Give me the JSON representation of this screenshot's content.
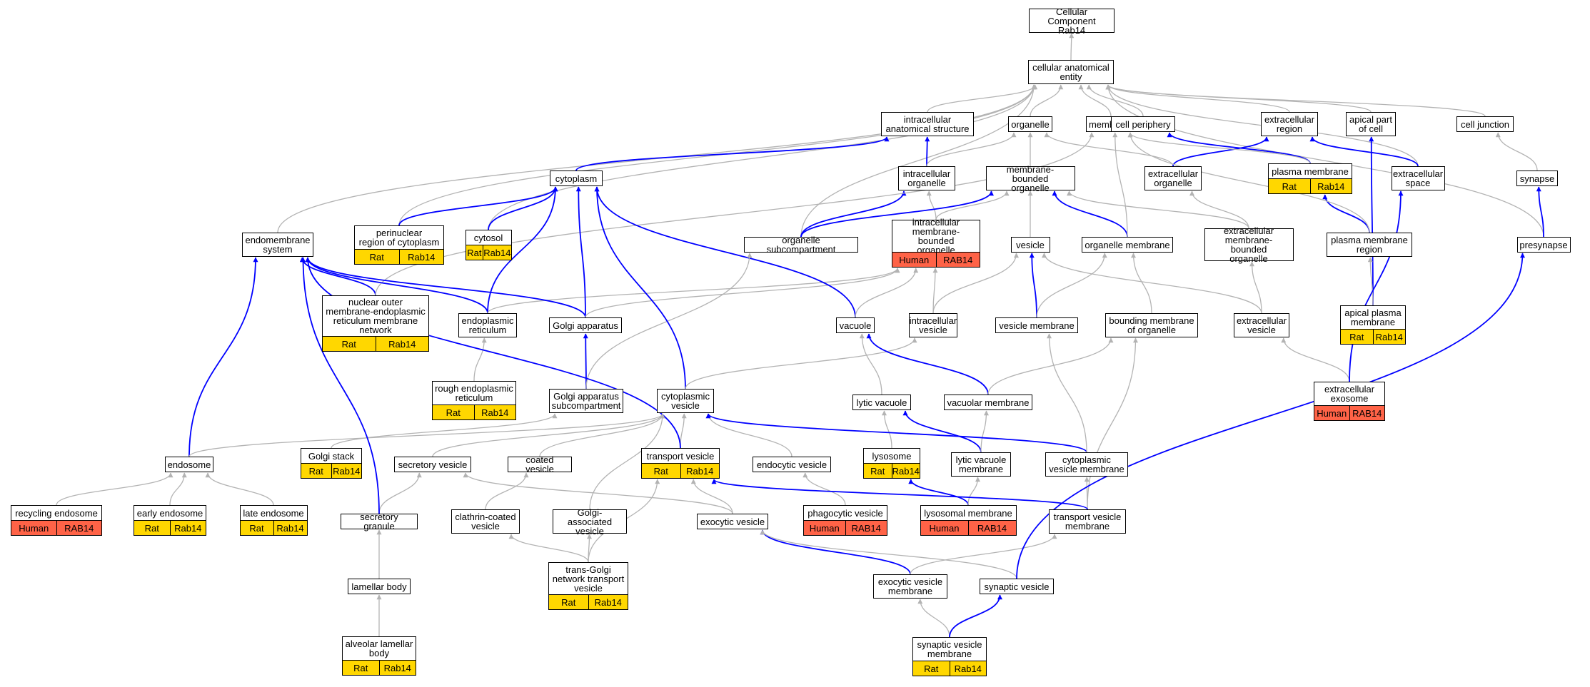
{
  "colors": {
    "gray_edge": "#b3b3b3",
    "blue_edge": "#0000ff",
    "rat": "#ffd700",
    "human": "#ff6347"
  },
  "nodes": [
    {
      "id": "root",
      "label": "Cellular Component\nRab14"
    },
    {
      "id": "cae",
      "label": "cellular anatomical\nentity"
    },
    {
      "id": "ias",
      "label": "intracellular\nanatomical structure"
    },
    {
      "id": "organelle",
      "label": "organelle"
    },
    {
      "id": "membrane",
      "label": "membrane"
    },
    {
      "id": "cellper",
      "label": "cell periphery"
    },
    {
      "id": "extreg",
      "label": "extracellular\nregion"
    },
    {
      "id": "apicalcell",
      "label": "apical part\nof cell"
    },
    {
      "id": "celljunc",
      "label": "cell junction"
    },
    {
      "id": "cytoplasm",
      "label": "cytoplasm"
    },
    {
      "id": "intorg",
      "label": "intracellular\norganelle"
    },
    {
      "id": "mbo",
      "label": "membrane-bounded\norganelle"
    },
    {
      "id": "extorg",
      "label": "extracellular\norganelle"
    },
    {
      "id": "pm",
      "label": "plasma membrane",
      "tags": [
        {
          "text": "Rat",
          "species": "rat"
        },
        {
          "text": "Rab14",
          "species": "rat"
        }
      ]
    },
    {
      "id": "extspace",
      "label": "extracellular\nspace"
    },
    {
      "id": "synapse",
      "label": "synapse"
    },
    {
      "id": "endomem",
      "label": "endomembrane\nsystem"
    },
    {
      "id": "perinuc",
      "label": "perinuclear\nregion of cytoplasm",
      "tags": [
        {
          "text": "Rat",
          "species": "rat"
        },
        {
          "text": "Rab14",
          "species": "rat"
        }
      ]
    },
    {
      "id": "cytosol",
      "label": "cytosol",
      "tags": [
        {
          "text": "Rat",
          "species": "rat"
        },
        {
          "text": "Rab14",
          "species": "rat"
        }
      ]
    },
    {
      "id": "orgsub",
      "label": "organelle subcompartment"
    },
    {
      "id": "imbo",
      "label": "intracellular\nmembrane-bounded\norganelle",
      "tags": [
        {
          "text": "Human",
          "species": "human"
        },
        {
          "text": "RAB14",
          "species": "human"
        }
      ]
    },
    {
      "id": "vesicle",
      "label": "vesicle"
    },
    {
      "id": "orgmem",
      "label": "organelle membrane"
    },
    {
      "id": "embo",
      "label": "extracellular\nmembrane-bounded\norganelle"
    },
    {
      "id": "pmregion",
      "label": "plasma membrane\nregion"
    },
    {
      "id": "presyn",
      "label": "presynapse"
    },
    {
      "id": "nucouter",
      "label": "nuclear outer\nmembrane-endoplasmic\nreticulum membrane\nnetwork",
      "tags": [
        {
          "text": "Rat",
          "species": "rat"
        },
        {
          "text": "Rab14",
          "species": "rat"
        }
      ]
    },
    {
      "id": "er",
      "label": "endoplasmic\nreticulum"
    },
    {
      "id": "golgi",
      "label": "Golgi apparatus"
    },
    {
      "id": "vacuole",
      "label": "vacuole"
    },
    {
      "id": "icvesicle",
      "label": "intracellular\nvesicle"
    },
    {
      "id": "vesmem",
      "label": "vesicle membrane"
    },
    {
      "id": "boundmem",
      "label": "bounding membrane\nof organelle"
    },
    {
      "id": "ecvesicle",
      "label": "extracellular\nvesicle"
    },
    {
      "id": "apicalpm",
      "label": "apical plasma\nmembrane",
      "tags": [
        {
          "text": "Rat",
          "species": "rat"
        },
        {
          "text": "Rab14",
          "species": "rat"
        }
      ]
    },
    {
      "id": "rer",
      "label": "rough endoplasmic\nreticulum",
      "tags": [
        {
          "text": "Rat",
          "species": "rat"
        },
        {
          "text": "Rab14",
          "species": "rat"
        }
      ]
    },
    {
      "id": "golgisub",
      "label": "Golgi apparatus\nsubcompartment"
    },
    {
      "id": "cytves",
      "label": "cytoplasmic\nvesicle"
    },
    {
      "id": "lyticvac",
      "label": "lytic vacuole"
    },
    {
      "id": "vacmem",
      "label": "vacuolar membrane"
    },
    {
      "id": "exosome",
      "label": "extracellular\nexosome",
      "tags": [
        {
          "text": "Human",
          "species": "human"
        },
        {
          "text": "RAB14",
          "species": "human"
        }
      ]
    },
    {
      "id": "endosome",
      "label": "endosome"
    },
    {
      "id": "golgistack",
      "label": "Golgi stack",
      "tags": [
        {
          "text": "Rat",
          "species": "rat"
        },
        {
          "text": "Rab14",
          "species": "rat"
        }
      ]
    },
    {
      "id": "secves",
      "label": "secretory vesicle"
    },
    {
      "id": "coatedves",
      "label": "coated vesicle"
    },
    {
      "id": "transves",
      "label": "transport vesicle",
      "tags": [
        {
          "text": "Rat",
          "species": "rat"
        },
        {
          "text": "Rab14",
          "species": "rat"
        }
      ]
    },
    {
      "id": "endocves",
      "label": "endocytic vesicle"
    },
    {
      "id": "lysosome",
      "label": "lysosome",
      "tags": [
        {
          "text": "Rat",
          "species": "rat"
        },
        {
          "text": "Rab14",
          "species": "rat"
        }
      ]
    },
    {
      "id": "lyticvacmem",
      "label": "lytic vacuole\nmembrane"
    },
    {
      "id": "cytvesmem",
      "label": "cytoplasmic\nvesicle membrane"
    },
    {
      "id": "recendo",
      "label": "recycling endosome",
      "tags": [
        {
          "text": "Human",
          "species": "human"
        },
        {
          "text": "RAB14",
          "species": "human"
        }
      ]
    },
    {
      "id": "earlyendo",
      "label": "early endosome",
      "tags": [
        {
          "text": "Rat",
          "species": "rat"
        },
        {
          "text": "Rab14",
          "species": "rat"
        }
      ]
    },
    {
      "id": "lateendo",
      "label": "late endosome",
      "tags": [
        {
          "text": "Rat",
          "species": "rat"
        },
        {
          "text": "Rab14",
          "species": "rat"
        }
      ]
    },
    {
      "id": "secgran",
      "label": "secretory granule"
    },
    {
      "id": "clathrin",
      "label": "clathrin-coated\nvesicle"
    },
    {
      "id": "golgiassoc",
      "label": "Golgi-associated\nvesicle"
    },
    {
      "id": "exocves",
      "label": "exocytic vesicle"
    },
    {
      "id": "phagoves",
      "label": "phagocytic vesicle",
      "tags": [
        {
          "text": "Human",
          "species": "human"
        },
        {
          "text": "RAB14",
          "species": "human"
        }
      ]
    },
    {
      "id": "lysomem",
      "label": "lysosomal membrane",
      "tags": [
        {
          "text": "Human",
          "species": "human"
        },
        {
          "text": "RAB14",
          "species": "human"
        }
      ]
    },
    {
      "id": "transvesmem",
      "label": "transport vesicle\nmembrane"
    },
    {
      "id": "lamellar",
      "label": "lamellar body"
    },
    {
      "id": "tgn",
      "label": "trans-Golgi\nnetwork transport\nvesicle",
      "tags": [
        {
          "text": "Rat",
          "species": "rat"
        },
        {
          "text": "Rab14",
          "species": "rat"
        }
      ]
    },
    {
      "id": "exocvesmem",
      "label": "exocytic vesicle\nmembrane"
    },
    {
      "id": "synves",
      "label": "synaptic vesicle"
    },
    {
      "id": "alveolar",
      "label": "alveolar lamellar\nbody",
      "tags": [
        {
          "text": "Rat",
          "species": "rat"
        },
        {
          "text": "Rab14",
          "species": "rat"
        }
      ]
    },
    {
      "id": "synvesmem",
      "label": "synaptic vesicle\nmembrane",
      "tags": [
        {
          "text": "Rat",
          "species": "rat"
        },
        {
          "text": "Rab14",
          "species": "rat"
        }
      ]
    }
  ],
  "edges": [
    [
      "cae",
      "root",
      "g"
    ],
    [
      "ias",
      "cae",
      "g"
    ],
    [
      "organelle",
      "cae",
      "g"
    ],
    [
      "membrane",
      "cae",
      "g"
    ],
    [
      "cellper",
      "cae",
      "g"
    ],
    [
      "extreg",
      "cae",
      "g"
    ],
    [
      "apicalcell",
      "cae",
      "g"
    ],
    [
      "celljunc",
      "cae",
      "g"
    ],
    [
      "endomem",
      "cae",
      "g"
    ],
    [
      "perinuc",
      "cae",
      "g"
    ],
    [
      "cytosol",
      "cae",
      "g"
    ],
    [
      "orgsub",
      "cae",
      "g"
    ],
    [
      "extspace",
      "cae",
      "g"
    ],
    [
      "presyn",
      "cae",
      "g"
    ],
    [
      "cytoplasm",
      "ias",
      "b"
    ],
    [
      "intorg",
      "ias",
      "b"
    ],
    [
      "intorg",
      "organelle",
      "g"
    ],
    [
      "mbo",
      "organelle",
      "g"
    ],
    [
      "extorg",
      "organelle",
      "g"
    ],
    [
      "extorg",
      "extreg",
      "b"
    ],
    [
      "pm",
      "cellper",
      "b"
    ],
    [
      "pm",
      "membrane",
      "g"
    ],
    [
      "extspace",
      "extreg",
      "b"
    ],
    [
      "synapse",
      "celljunc",
      "g"
    ],
    [
      "presyn",
      "synapse",
      "b"
    ],
    [
      "perinuc",
      "cytoplasm",
      "b"
    ],
    [
      "cytosol",
      "cytoplasm",
      "b"
    ],
    [
      "imbo",
      "intorg",
      "g"
    ],
    [
      "imbo",
      "mbo",
      "g"
    ],
    [
      "orgsub",
      "intorg",
      "b"
    ],
    [
      "orgsub",
      "mbo",
      "b"
    ],
    [
      "vesicle",
      "mbo",
      "g"
    ],
    [
      "orgmem",
      "mbo",
      "b"
    ],
    [
      "orgmem",
      "membrane",
      "g"
    ],
    [
      "embo",
      "extorg",
      "g"
    ],
    [
      "embo",
      "mbo",
      "g"
    ],
    [
      "pmregion",
      "pm",
      "b"
    ],
    [
      "pmregion",
      "membrane",
      "g"
    ],
    [
      "nucouter",
      "endomem",
      "b"
    ],
    [
      "nucouter",
      "membrane",
      "g"
    ],
    [
      "er",
      "endomem",
      "b"
    ],
    [
      "er",
      "cytoplasm",
      "b"
    ],
    [
      "er",
      "imbo",
      "g"
    ],
    [
      "golgi",
      "endomem",
      "b"
    ],
    [
      "golgi",
      "cytoplasm",
      "b"
    ],
    [
      "golgi",
      "imbo",
      "g"
    ],
    [
      "vacuole",
      "cytoplasm",
      "b"
    ],
    [
      "vacuole",
      "imbo",
      "g"
    ],
    [
      "icvesicle",
      "imbo",
      "g"
    ],
    [
      "icvesicle",
      "vesicle",
      "g"
    ],
    [
      "vesmem",
      "vesicle",
      "b"
    ],
    [
      "vesmem",
      "orgmem",
      "g"
    ],
    [
      "boundmem",
      "orgmem",
      "g"
    ],
    [
      "ecvesicle",
      "embo",
      "g"
    ],
    [
      "ecvesicle",
      "vesicle",
      "g"
    ],
    [
      "apicalpm",
      "apicalcell",
      "b"
    ],
    [
      "apicalpm",
      "pmregion",
      "g"
    ],
    [
      "rer",
      "er",
      "g"
    ],
    [
      "golgisub",
      "golgi",
      "b"
    ],
    [
      "golgisub",
      "orgsub",
      "g"
    ],
    [
      "cytves",
      "cytoplasm",
      "b"
    ],
    [
      "cytves",
      "icvesicle",
      "g"
    ],
    [
      "lyticvac",
      "vacuole",
      "g"
    ],
    [
      "vacmem",
      "vacuole",
      "b"
    ],
    [
      "vacmem",
      "boundmem",
      "g"
    ],
    [
      "exosome",
      "ecvesicle",
      "g"
    ],
    [
      "exosome",
      "extspace",
      "b"
    ],
    [
      "endosome",
      "endomem",
      "b"
    ],
    [
      "endosome",
      "cytves",
      "g"
    ],
    [
      "golgistack",
      "golgisub",
      "g"
    ],
    [
      "secves",
      "cytves",
      "g"
    ],
    [
      "coatedves",
      "cytves",
      "g"
    ],
    [
      "transves",
      "cytves",
      "g"
    ],
    [
      "transves",
      "endomem",
      "b"
    ],
    [
      "endocves",
      "cytves",
      "g"
    ],
    [
      "lysosome",
      "lyticvac",
      "g"
    ],
    [
      "lyticvacmem",
      "lyticvac",
      "b"
    ],
    [
      "lyticvacmem",
      "vacmem",
      "g"
    ],
    [
      "cytvesmem",
      "cytves",
      "b"
    ],
    [
      "cytvesmem",
      "vesmem",
      "g"
    ],
    [
      "recendo",
      "endosome",
      "g"
    ],
    [
      "earlyendo",
      "endosome",
      "g"
    ],
    [
      "lateendo",
      "endosome",
      "g"
    ],
    [
      "secgran",
      "secves",
      "g"
    ],
    [
      "secgran",
      "endomem",
      "b"
    ],
    [
      "clathrin",
      "coatedves",
      "g"
    ],
    [
      "golgiassoc",
      "cytves",
      "g"
    ],
    [
      "exocves",
      "secves",
      "g"
    ],
    [
      "exocves",
      "transves",
      "g"
    ],
    [
      "phagoves",
      "endocves",
      "g"
    ],
    [
      "lysomem",
      "lysosome",
      "b"
    ],
    [
      "lysomem",
      "lyticvacmem",
      "g"
    ],
    [
      "transvesmem",
      "cytvesmem",
      "g"
    ],
    [
      "transvesmem",
      "boundmem",
      "g"
    ],
    [
      "transvesmem",
      "transves",
      "b"
    ],
    [
      "lamellar",
      "secgran",
      "g"
    ],
    [
      "tgn",
      "clathrin",
      "g"
    ],
    [
      "tgn",
      "golgiassoc",
      "g"
    ],
    [
      "tgn",
      "transves",
      "g"
    ],
    [
      "exocvesmem",
      "exocves",
      "b"
    ],
    [
      "exocvesmem",
      "transvesmem",
      "g"
    ],
    [
      "synves",
      "exocves",
      "g"
    ],
    [
      "synves",
      "presyn",
      "b"
    ],
    [
      "alveolar",
      "lamellar",
      "g"
    ],
    [
      "synvesmem",
      "exocvesmem",
      "g"
    ],
    [
      "synvesmem",
      "synves",
      "b"
    ]
  ]
}
